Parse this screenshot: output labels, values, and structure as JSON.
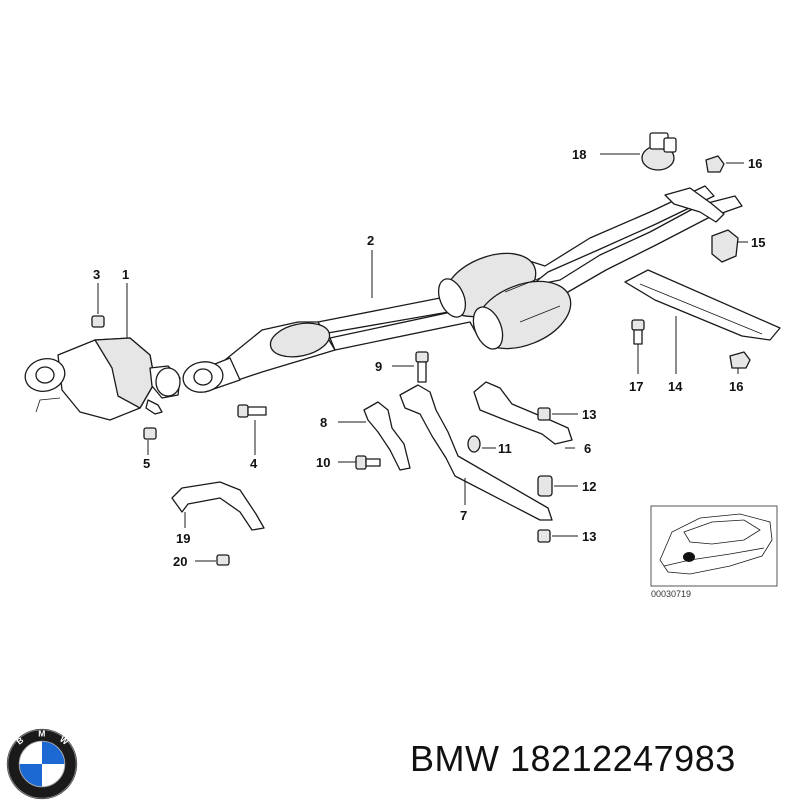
{
  "diagram": {
    "callouts": [
      {
        "id": "1",
        "text": "1"
      },
      {
        "id": "2",
        "text": "2"
      },
      {
        "id": "3",
        "text": "3"
      },
      {
        "id": "4",
        "text": "4"
      },
      {
        "id": "5",
        "text": "5"
      },
      {
        "id": "6",
        "text": "6"
      },
      {
        "id": "7",
        "text": "7"
      },
      {
        "id": "8",
        "text": "8"
      },
      {
        "id": "9",
        "text": "9"
      },
      {
        "id": "10",
        "text": "10"
      },
      {
        "id": "11",
        "text": "11"
      },
      {
        "id": "12",
        "text": "12"
      },
      {
        "id": "13a",
        "text": "13"
      },
      {
        "id": "13b",
        "text": "13"
      },
      {
        "id": "14",
        "text": "14"
      },
      {
        "id": "15",
        "text": "15"
      },
      {
        "id": "16a",
        "text": "16"
      },
      {
        "id": "16b",
        "text": "16"
      },
      {
        "id": "17",
        "text": "17"
      },
      {
        "id": "18",
        "text": "18"
      },
      {
        "id": "19",
        "text": "19"
      },
      {
        "id": "20",
        "text": "20"
      }
    ],
    "inset_reference": "00030719"
  },
  "footer": {
    "brand": "BMW",
    "part_number": "18212247983",
    "logo_letters": [
      "B",
      "M",
      "W"
    ]
  },
  "colors": {
    "logo_blue": "#1c69d4",
    "logo_ring": "#1a1a1a",
    "line": "#1a1a1a"
  }
}
